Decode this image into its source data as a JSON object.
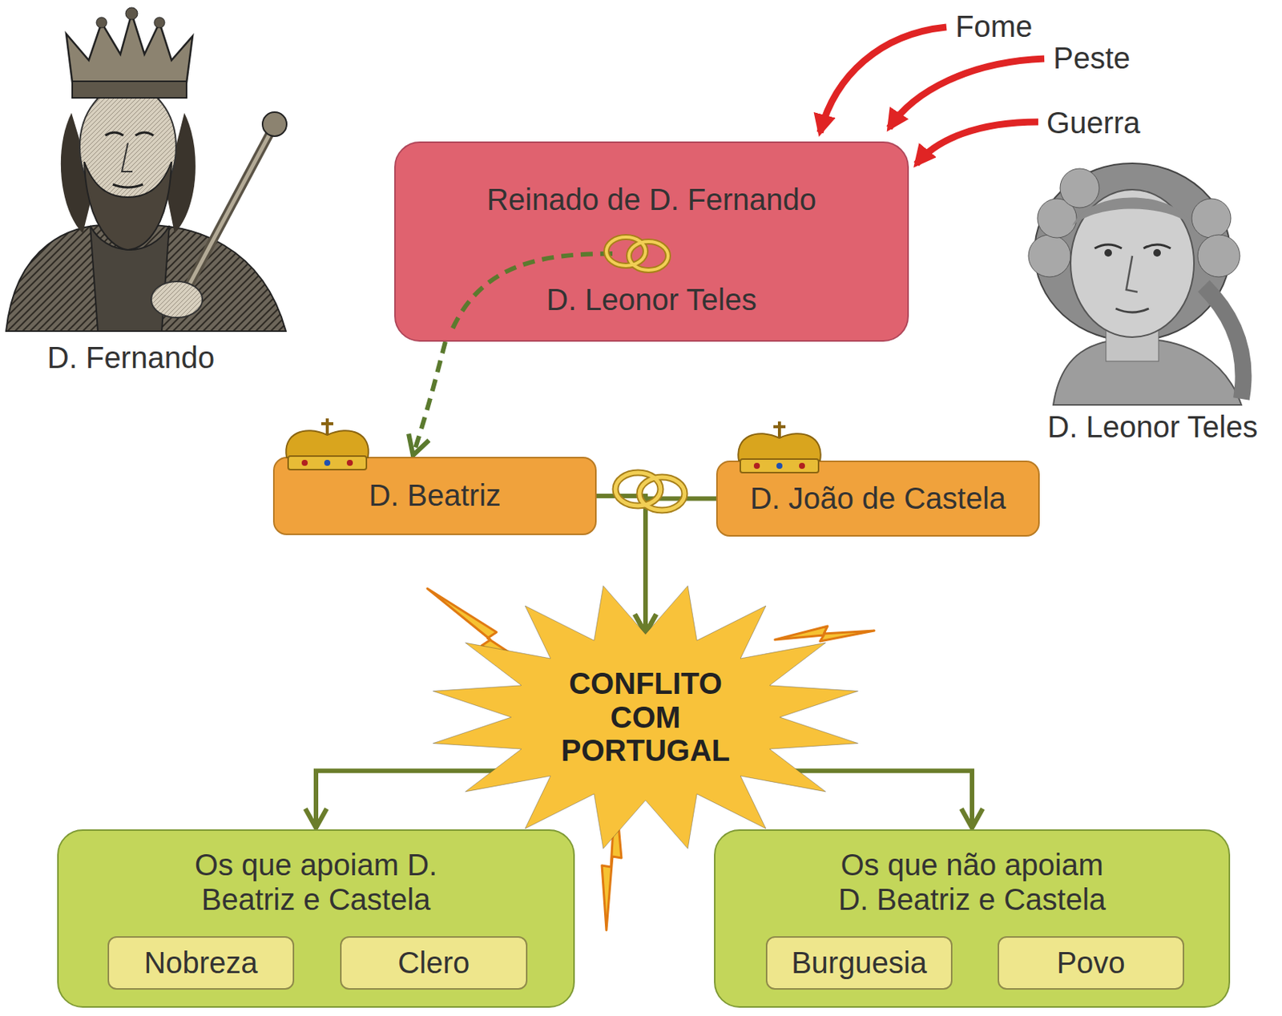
{
  "diagram": {
    "nodes": [
      {
        "text": [
          "Reinado de D. Fernando",
          "D. Leonor Teles"
        ]
      },
      {
        "text": [
          "D. Beatriz"
        ]
      },
      {
        "text": [
          "D. João de Castela"
        ]
      },
      {
        "text": [
          "CONFLITO COM PORTUGAL"
        ]
      },
      {
        "text": [
          "Os que apoiam D. Beatriz e Castela"
        ]
      },
      {
        "text": [
          "Nobreza"
        ],
        "in": 4
      },
      {
        "text": [
          "Clero"
        ],
        "in": 4
      },
      {
        "text": [
          "Os que não apoiam D. Beatriz e Castela"
        ]
      },
      {
        "text": [
          "Burguesia"
        ],
        "in": 7
      },
      {
        "text": [
          "Povo"
        ],
        "in": 7
      }
    ],
    "edges": [
      {
        "from": 0,
        "to": 1,
        "arrow": "to"
      },
      {
        "from": 1,
        "to": 3,
        "arrow": "to"
      },
      {
        "from": 2,
        "to": 3,
        "arrow": "to"
      },
      {
        "from": 3,
        "to": 4,
        "arrow": "to"
      },
      {
        "from": 3,
        "to": 7,
        "arrow": "to"
      }
    ],
    "labels": [
      "Fome",
      "Peste",
      "Guerra",
      "D. Fernando",
      "D. Leonor Teles"
    ]
  }
}
